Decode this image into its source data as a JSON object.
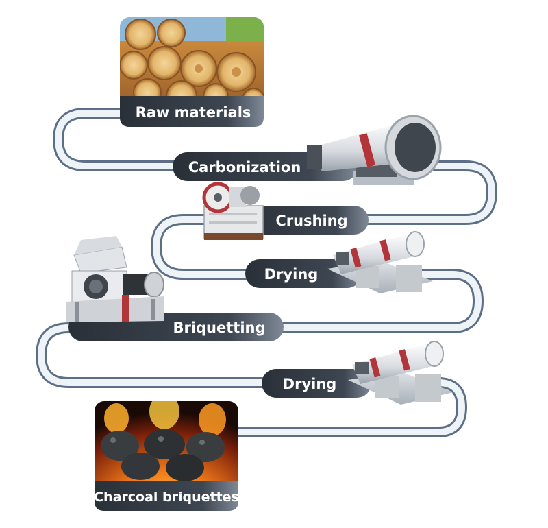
{
  "steps": [
    {
      "label": "Raw materials"
    },
    {
      "label": "Carbonization"
    },
    {
      "label": "Crushing"
    },
    {
      "label": "Drying"
    },
    {
      "label": "Briquetting"
    },
    {
      "label": "Drying"
    },
    {
      "label": "Charcoal briquettes"
    }
  ],
  "colors": {
    "label_bg": "#3b4450",
    "path_outer": "#5d6f86",
    "path_inner": "#eef3f8"
  }
}
